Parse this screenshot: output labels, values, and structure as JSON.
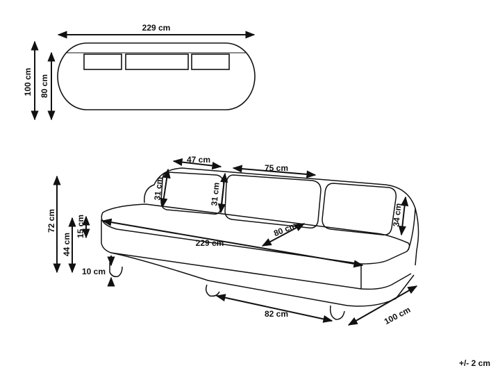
{
  "top_view": {
    "width_label": "229 cm",
    "depth_label": "100 cm",
    "seat_depth_label": "80 cm"
  },
  "front_view": {
    "cushion_side_width_label": "47 cm",
    "cushion_middle_width_label": "75 cm",
    "cushion_side_height_label": "31 cm",
    "cushion_middle_height_label": "31 cm",
    "cushion_right_height_label": "34 cm",
    "seat_depth_label": "80 cm",
    "seat_width_label": "229 cm",
    "total_height_label": "72 cm",
    "seat_height_label": "44 cm",
    "seat_thickness_label": "15 cm",
    "leg_height_label": "10 cm",
    "leg_distance_label": "82 cm",
    "depth_label": "100 cm"
  },
  "tolerance": "+/- 2 cm",
  "colors": {
    "line": "#111111",
    "background": "#ffffff"
  }
}
